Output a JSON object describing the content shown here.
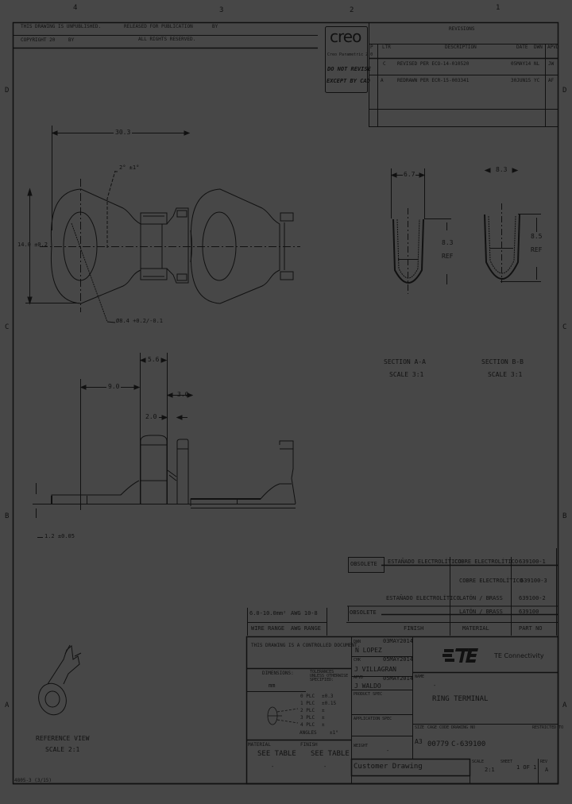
{
  "frame": {
    "top_zones": [
      "4",
      "3",
      "2",
      "1"
    ],
    "side_zones_left": [
      "D",
      "C",
      "B",
      "A"
    ],
    "side_zones_right": [
      "D",
      "C",
      "B",
      "A"
    ],
    "bottom_left_code": "4805-3 (3/15)"
  },
  "header": {
    "row1_left": "THIS DRAWING IS UNPUBLISHED.",
    "row1_mid": "RELEASED FOR PUBLICATION",
    "row1_right": "BY",
    "row2_left": "COPYRIGHT 20",
    "row2_by": "BY",
    "row2_mid": "ALL RIGHTS RESERVED."
  },
  "creo_stamp": {
    "logo": "creo",
    "subtitle": "Creo Parametric 2.0",
    "line1": "DO NOT REVISE",
    "line2": "EXCEPT BY CAD"
  },
  "revisions": {
    "title": "REVISIONS",
    "headers": {
      "p": "P",
      "ltr": "LTR",
      "description": "DESCRIPTION",
      "date": "DATE",
      "dwn": "DWN",
      "apvd": "APVD"
    },
    "rows": [
      {
        "ltr": "C",
        "description": "REVISED PER ECO-14-010520",
        "date": "05MAY14",
        "dwn": "NL",
        "apvd": "JW"
      },
      {
        "ltr": "A",
        "description": "REDRAWN PER ECR-15-003341",
        "date": "30JUN15",
        "dwn": "YC",
        "apvd": "AF"
      }
    ]
  },
  "top_view": {
    "dim_length": "30.3",
    "dim_angle": "2° ±1°",
    "dim_width": "14.0 ±0.2",
    "dim_hole": "Ø8.4 +0.2/-0.1"
  },
  "section_a": {
    "dim_width": "6.7",
    "dim_height": "8.3",
    "dim_height_note": "REF",
    "label": "SECTION A-A",
    "scale": "SCALE 3:1"
  },
  "section_b": {
    "dim_width": "8.3",
    "dim_height": "8.5",
    "dim_height_note": "REF",
    "label": "SECTION B-B",
    "scale": "SCALE 3:1"
  },
  "side_view": {
    "dim_a": "5.6",
    "dim_b": "9.0",
    "dim_c": "3.0",
    "dim_d": "2.0",
    "dim_thick": "1.2 ±0.05"
  },
  "iso_view": {
    "label": "REFERENCE VIEW",
    "scale": "SCALE 2:1"
  },
  "material_table": {
    "rows": [
      {
        "prefix": "OBSOLETE",
        "finish": "ESTAÑADO ELECTROLÍTICO",
        "material": "COBRE ELECTROLÍTICO",
        "part": "639100-1",
        "struck": true
      },
      {
        "prefix": "",
        "finish": "",
        "material": "COBRE ELECTROLÍTICO",
        "part": "639100-3",
        "struck": false
      },
      {
        "prefix": "",
        "finish": "ESTAÑADO ELECTROLÍTICO",
        "material": "LATÓN / BRASS",
        "part": "639100-2",
        "struck": false
      },
      {
        "prefix": "OBSOLETE",
        "finish": "",
        "material": "LATÓN / BRASS",
        "part": "639100",
        "struck": true
      }
    ],
    "headers": {
      "finish": "FINISH",
      "material": "MATERIAL",
      "part": "PART NO"
    }
  },
  "wire_range": {
    "left": "6.0-10.0mm²",
    "right": "AWG 10-8",
    "label_left": "WIRE RANGE",
    "label_right": "AWG RANGE",
    "obsolete": "OBSOLETE"
  },
  "title_block": {
    "control_note": "THIS DRAWING IS A CONTROLLED DOCUMENT.",
    "dimensions_label": "DIMENSIONS:",
    "dimensions_unit": "mm",
    "tolerances_label": "TOLERANCES UNLESS OTHERWISE SPECIFIED:",
    "tol_rows": [
      {
        "places": "0 PLC",
        "value": "±0.3"
      },
      {
        "places": "1 PLC",
        "value": "±0.15"
      },
      {
        "places": "2 PLC",
        "value": "±"
      },
      {
        "places": "3 PLC",
        "value": "±"
      },
      {
        "places": "4 PLC",
        "value": "±"
      },
      {
        "places": "ANGLES",
        "value": "±1°"
      }
    ],
    "material_label": "MATERIAL",
    "material_value": "SEE TABLE",
    "finish_label": "FINISH",
    "finish_value": "SEE TABLE",
    "material_dash": "-",
    "finish_dash": "-",
    "dwn_label": "DWN",
    "dwn_date": "03MAY2014",
    "dwn_name": "N LOPEZ",
    "chk_label": "CHK",
    "chk_date": "05MAY2014",
    "chk_name": "J VILLAGRAN",
    "appd_label": "APVD",
    "appd_date": "05MAY2014",
    "appd_name": "J WALDO",
    "prod_spec": "PRODUCT SPEC",
    "app_spec": "APPLICATION SPEC",
    "weight_label": "WEIGHT",
    "weight_value": "-",
    "customer_drawing": "Customer Drawing",
    "company_logo": "TE",
    "company_name": "TE Connectivity",
    "name_label": "NAME",
    "name_line1": "-",
    "name_line2": "RING TERMINAL",
    "size_label": "SIZE",
    "cage_label": "CAGE CODE",
    "dwg_label": "DRAWING NO",
    "restricted": "RESTRICTED TO",
    "size_value": "A3",
    "cage_value": "00779",
    "dwg_value": "C-639100",
    "scale_label": "SCALE",
    "scale_value": "2:1",
    "sheet_label": "SHEET",
    "sheet_value": "1 OF 1",
    "rev_label": "REV",
    "rev_value": "A"
  },
  "colors": {
    "background": "#474747",
    "lines": "#111111"
  }
}
